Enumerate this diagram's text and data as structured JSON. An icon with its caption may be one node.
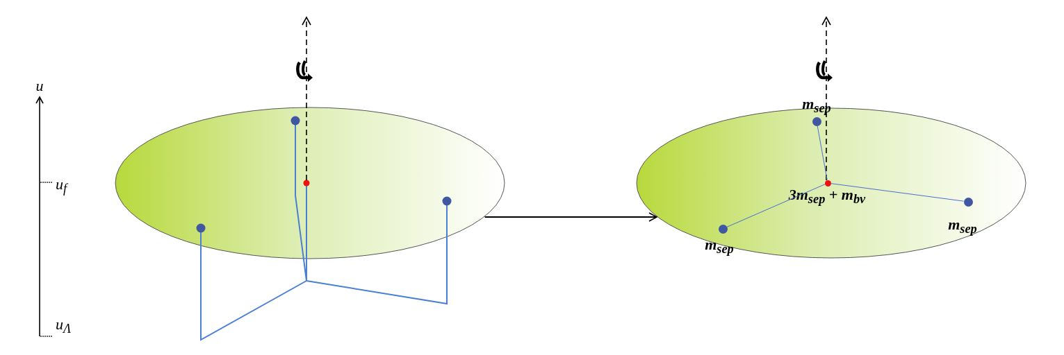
{
  "diagram": {
    "nodes": [
      {
        "text": [],
        "shape": "ellipse"
      },
      {
        "text": [],
        "shape": "ellipse"
      },
      {
        "text": [],
        "shape": "circle",
        "in": 1,
        "beside": [
          "m$_{sep}$"
        ]
      },
      {
        "text": [],
        "shape": "circle",
        "in": 1,
        "beside": [
          "3m$_{sep}$ + m$_{bv}$"
        ]
      },
      {
        "text": [],
        "shape": "circle",
        "in": 1,
        "beside": [
          "m$_{sep}$"
        ]
      },
      {
        "text": [],
        "shape": "circle",
        "in": 1,
        "beside": [
          "m$_{sep}$"
        ]
      }
    ],
    "edges": [
      {
        "from": 0,
        "to": 1,
        "arrow": "to",
        "color": "#000000"
      },
      {
        "from": 3,
        "to": 2,
        "arrow": "none"
      },
      {
        "from": 3,
        "to": 4,
        "arrow": "none"
      },
      {
        "from": 3,
        "to": 5,
        "arrow": "none"
      }
    ],
    "labels": [
      "u",
      "u$_{f}$",
      "u$_{Λ}$"
    ]
  }
}
